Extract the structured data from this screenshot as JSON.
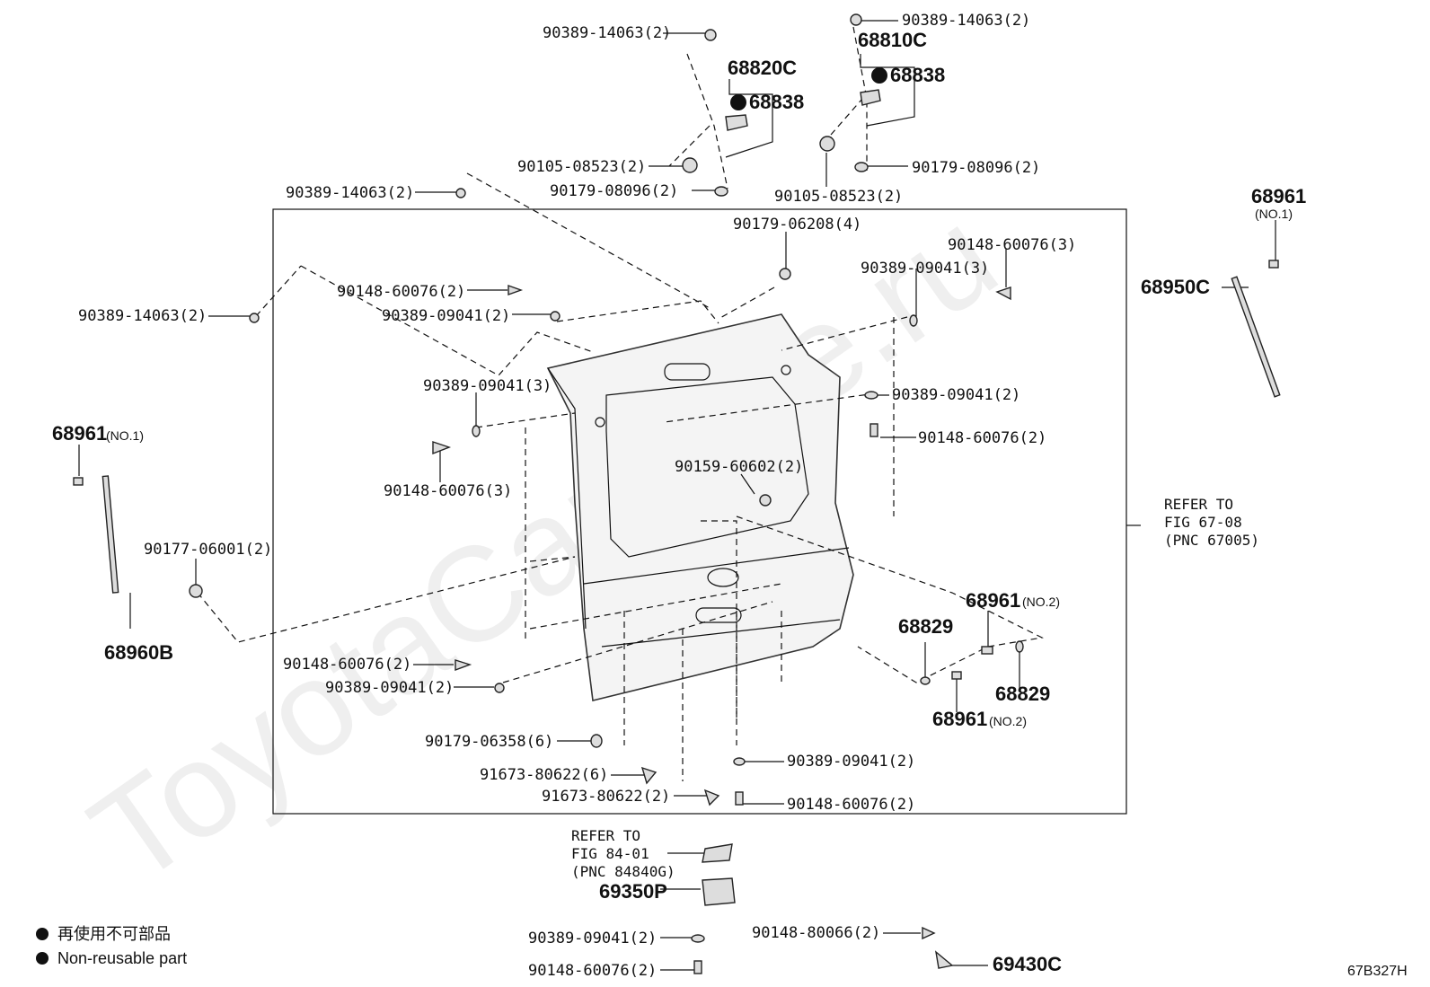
{
  "watermark": "ToyotaCarMine.ru",
  "figure_code": "67B327H",
  "legend": {
    "line1": "再使用不可部品",
    "line2": "Non-reusable part"
  },
  "refer_right": [
    "REFER TO",
    "FIG 67-08",
    "(PNC 67005)"
  ],
  "refer_bottom": [
    "REFER TO",
    "FIG 84-01",
    "(PNC 84840G)"
  ],
  "labels": {
    "a1": "90389-14063(2)",
    "a2": "90389-14063(2)",
    "a3": "68820C",
    "a4": "68838",
    "a5": "68810C",
    "a6": "68838",
    "a7": "90105-08523(2)",
    "a8": "90179-08096(2)",
    "a9": "90179-08096(2)",
    "a10": "90105-08523(2)",
    "a11": "90389-14063(2)",
    "a12": "90179-06208(4)",
    "a13": "90148-60076(3)",
    "a14": "90389-09041(3)",
    "a15": "90148-60076(2)",
    "a16": "90389-09041(2)",
    "a17": "90389-14063(2)",
    "a18": "90389-09041(3)",
    "a19": "90389-09041(2)",
    "a20": "90148-60076(2)",
    "a21": "90148-60076(3)",
    "a22": "90159-60602(2)",
    "a23": "90177-06001(2)",
    "a24": "68960B",
    "a25": "68961",
    "a25s": "(NO.1)",
    "a26": "68961",
    "a26s": "(NO.1)",
    "a27": "68950C",
    "a28": "68961",
    "a28s": "(NO.2)",
    "a29": "68829",
    "a30": "68829",
    "a31": "68961",
    "a31s": "(NO.2)",
    "a32": "90148-60076(2)",
    "a33": "90389-09041(2)",
    "a34": "90179-06358(6)",
    "a35": "91673-80622(6)",
    "a36": "91673-80622(2)",
    "a37": "90389-09041(2)",
    "a38": "90148-60076(2)",
    "a39": "69350P",
    "a40": "90389-09041(2)",
    "a41": "90148-60076(2)",
    "a42": "90148-80066(2)",
    "a43": "69430C"
  }
}
